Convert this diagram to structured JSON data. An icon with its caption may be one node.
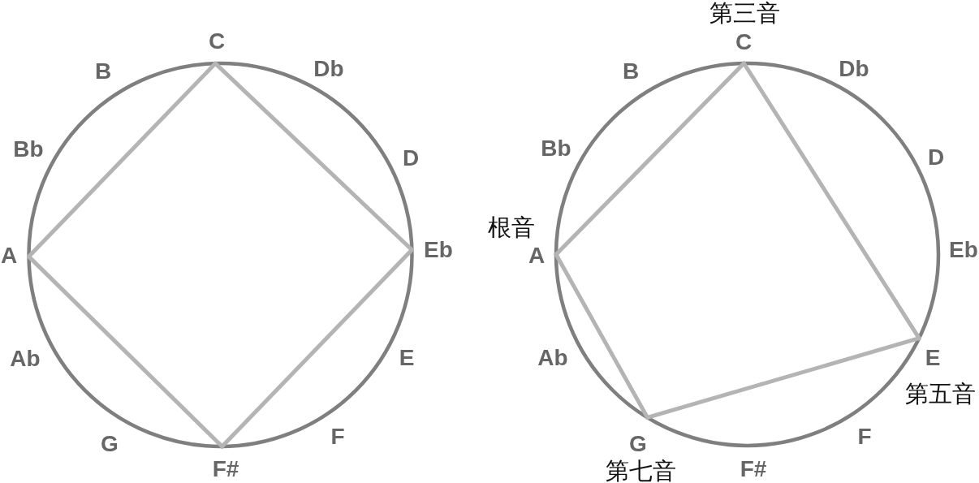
{
  "diagram": {
    "nodes": [
      {
        "text": [
          "C"
        ]
      },
      {
        "text": [
          "Db"
        ]
      },
      {
        "text": [
          "D"
        ]
      },
      {
        "text": [
          "Eb"
        ]
      },
      {
        "text": [
          "E"
        ]
      },
      {
        "text": [
          "F"
        ]
      },
      {
        "text": [
          "F#"
        ]
      },
      {
        "text": [
          "G"
        ]
      },
      {
        "text": [
          "Ab"
        ]
      },
      {
        "text": [
          "A"
        ]
      },
      {
        "text": [
          "Bb"
        ]
      },
      {
        "text": [
          "B"
        ]
      },
      {
        "text": [
          "C"
        ],
        "beside": [
          "第三音"
        ]
      },
      {
        "text": [
          "Db"
        ]
      },
      {
        "text": [
          "D"
        ]
      },
      {
        "text": [
          "Eb"
        ]
      },
      {
        "text": [
          "E"
        ],
        "beside": [
          "第五音"
        ]
      },
      {
        "text": [
          "F"
        ]
      },
      {
        "text": [
          "F#"
        ]
      },
      {
        "text": [
          "G"
        ],
        "beside": [
          "第七音"
        ]
      },
      {
        "text": [
          "Ab"
        ]
      },
      {
        "text": [
          "A"
        ],
        "beside": [
          "根音"
        ]
      },
      {
        "text": [
          "Bb"
        ]
      },
      {
        "text": [
          "B"
        ]
      }
    ],
    "edges": [
      {
        "from": 9,
        "to": 0,
        "arrow": "none"
      },
      {
        "from": 0,
        "to": 3,
        "arrow": "none"
      },
      {
        "from": 3,
        "to": 6,
        "arrow": "none"
      },
      {
        "from": 6,
        "to": 9,
        "arrow": "none"
      },
      {
        "from": 21,
        "to": 12,
        "arrow": "none"
      },
      {
        "from": 12,
        "to": 16,
        "arrow": "none"
      },
      {
        "from": 16,
        "to": 19,
        "arrow": "none"
      },
      {
        "from": 19,
        "to": 21,
        "arrow": "none"
      }
    ]
  }
}
